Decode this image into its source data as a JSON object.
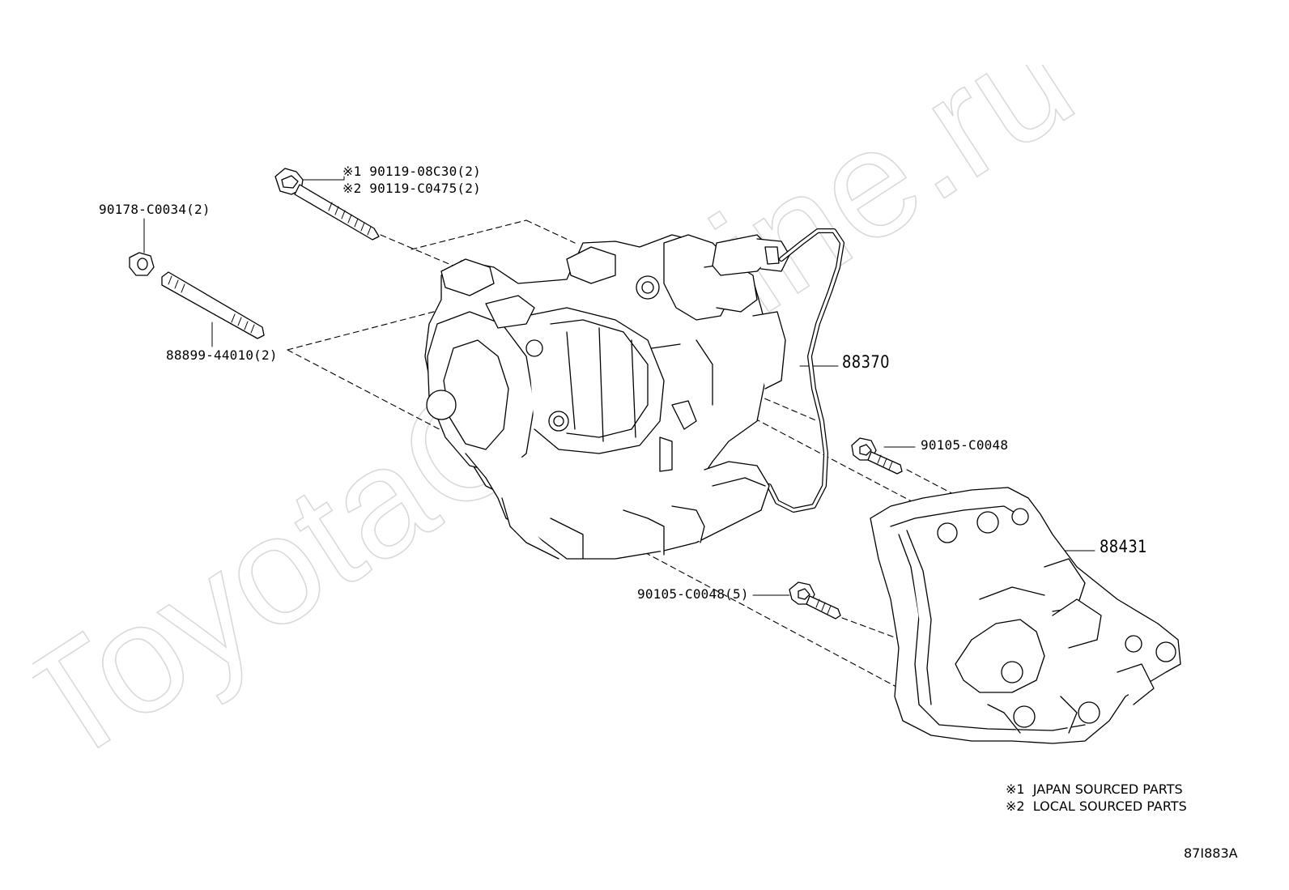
{
  "watermark": "ToyotaCarmine.ru",
  "callouts": {
    "bolt_japan": "※1 90119-08C30(2)",
    "bolt_local": "※2 90119-C0475(2)",
    "nut": "90178-C0034(2)",
    "stud": "88899-44010(2)",
    "compressor": "88370",
    "bolt_bracket_top": "90105-C0048",
    "bracket": "88431",
    "bolt_bracket_bottom": "90105-C0048(5)"
  },
  "legend": {
    "note1": "※1  JAPAN SOURCED PARTS",
    "note2": "※2  LOCAL SOURCED PARTS"
  },
  "diagram_code": "87I883A"
}
